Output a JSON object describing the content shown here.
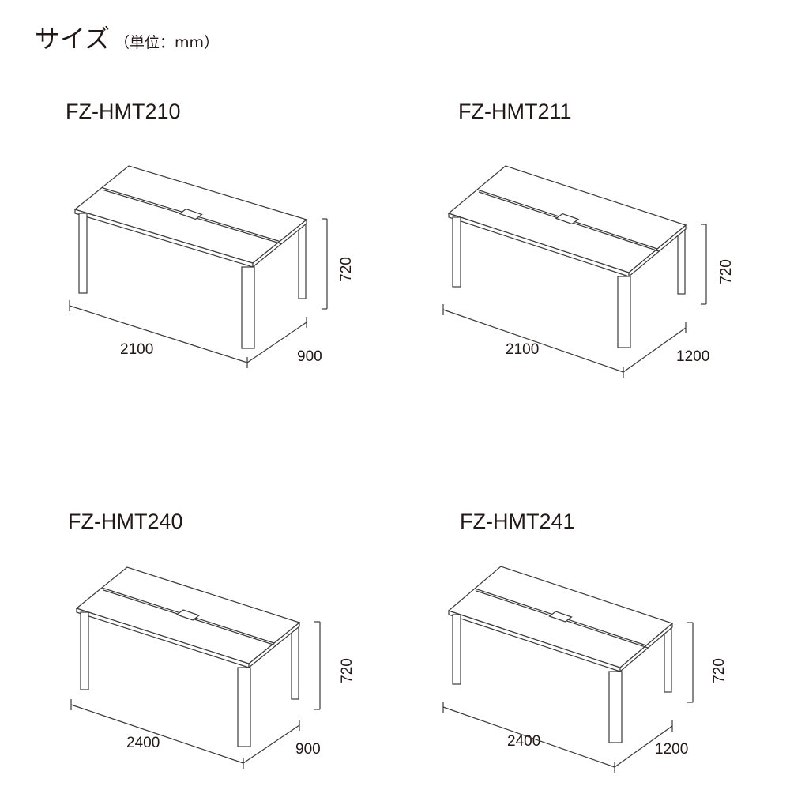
{
  "title": "サイズ",
  "unit": "（単位：mm）",
  "products": [
    {
      "model": "FZ-HMT210",
      "width": "2100",
      "depth": "900",
      "height": "720"
    },
    {
      "model": "FZ-HMT211",
      "width": "2100",
      "depth": "1200",
      "height": "720"
    },
    {
      "model": "FZ-HMT240",
      "width": "2400",
      "depth": "900",
      "height": "720"
    },
    {
      "model": "FZ-HMT241",
      "width": "2400",
      "depth": "1200",
      "height": "720"
    }
  ]
}
